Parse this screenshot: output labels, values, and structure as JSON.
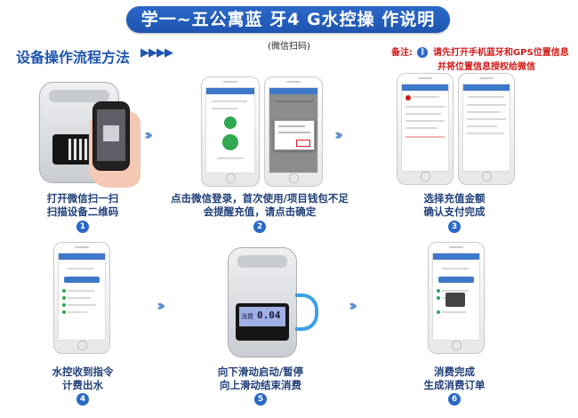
{
  "header": {
    "title": "学一~五公寓蓝 牙4 G水控操 作说明",
    "subtitle": "(微信扫码)",
    "section_title": "设备操作流程方法",
    "section_arrows": "▶▶▶▶"
  },
  "notice": {
    "label": "备注:",
    "icon": "bluetooth-icon",
    "line1": "请先打开手机蓝牙和GPS位置信息",
    "line2": "并将位置信息授权给微信"
  },
  "steps": [
    {
      "line1": "打开微信扫一扫",
      "line2": "扫描设备二维码",
      "number": "1"
    },
    {
      "line1": "点击微信登录，首次使用/项目钱包不足",
      "line2": "会提醒充值，请点击确定",
      "number": "2"
    },
    {
      "line1": "选择充值金额",
      "line2": "确认支付完成",
      "number": "3"
    },
    {
      "line1": "水控收到指令",
      "line2": "计费出水",
      "number": "4"
    },
    {
      "line1": "向下滑动启动/暂停",
      "line2": "向上滑动结束消费",
      "number": "5"
    },
    {
      "line1": "消费完成",
      "line2": "生成消费订单",
      "number": "6"
    }
  ],
  "meter_display": {
    "label": "消费",
    "value": "0.04"
  },
  "colors": {
    "accent": "#1f55b0",
    "notice": "#d21a1a",
    "arrow": "#5f93d6"
  }
}
